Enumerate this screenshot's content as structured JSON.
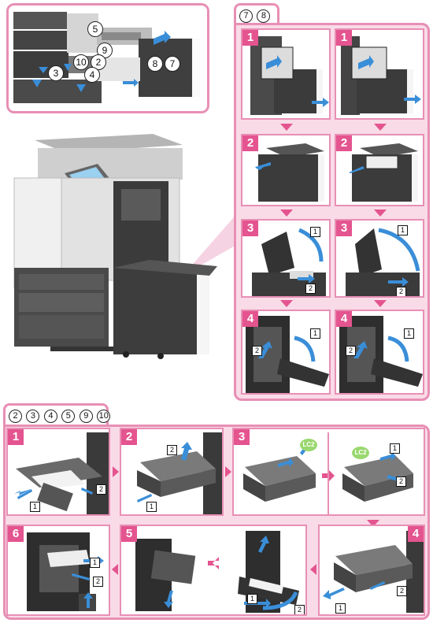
{
  "detail_inset": {
    "callouts": [
      "5",
      "9",
      "10",
      "2",
      "3",
      "4",
      "8",
      "7"
    ]
  },
  "side_panel": {
    "tab_badges": [
      "7",
      "8"
    ],
    "steps": [
      "1",
      "1",
      "2",
      "2",
      "3",
      "3",
      "4",
      "4"
    ],
    "markers": {
      "s3l_a": "1",
      "s3l_b": "2",
      "s3r_a": "1",
      "s3r_b": "2",
      "s4l_a": "1",
      "s4l_b": "2",
      "s4r_a": "1",
      "s4r_b": "2"
    }
  },
  "bottom_panel": {
    "tab_badges": [
      "2",
      "3",
      "4",
      "5",
      "9",
      "10"
    ],
    "steps": [
      "1",
      "2",
      "3",
      "",
      "4",
      "5",
      "6"
    ],
    "lc_badges": [
      "LC2",
      "LC2"
    ],
    "markers": {
      "b1_a": "1",
      "b1_b": "2",
      "b2_a": "2",
      "b2_b": "1",
      "b3b_a": "1",
      "b3b_b": "2",
      "b4_a": "1",
      "b4_b": "2",
      "b5b_a": "1",
      "b5b_b": "2",
      "b6_a": "1",
      "b6_b": "2"
    }
  },
  "colors": {
    "accent": "#e4548f",
    "frame": "#e88fb5",
    "arrow_blue": "#3a8ed8"
  }
}
